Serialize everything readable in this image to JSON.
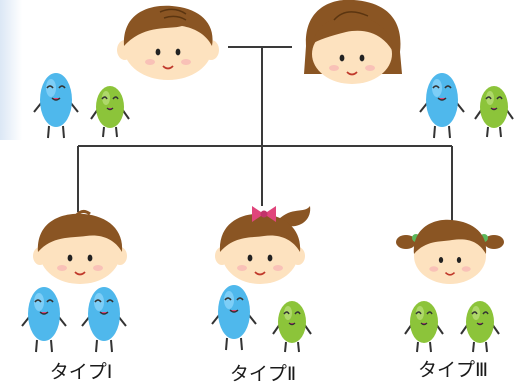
{
  "labels": {
    "type1": "タイプⅠ",
    "type2": "タイプⅡ",
    "type3": "タイプⅢ"
  },
  "colors": {
    "line": "#3a3a3a",
    "skin": "#fde2bf",
    "hair": "#8a5523",
    "blue_bean": "#4fb8ec",
    "green_bean": "#8cc43a",
    "ribbon": "#e0457b",
    "hair_tie": "#5cb85c"
  },
  "characters": {
    "parents": [
      "father-face",
      "mother-face"
    ],
    "child_type1_beans": [
      "blue",
      "blue"
    ],
    "child_type2_beans": [
      "blue",
      "green"
    ],
    "child_type3_beans": [
      "green",
      "green"
    ],
    "father_beans": [
      "blue",
      "green"
    ],
    "mother_beans": [
      "blue",
      "green"
    ]
  }
}
